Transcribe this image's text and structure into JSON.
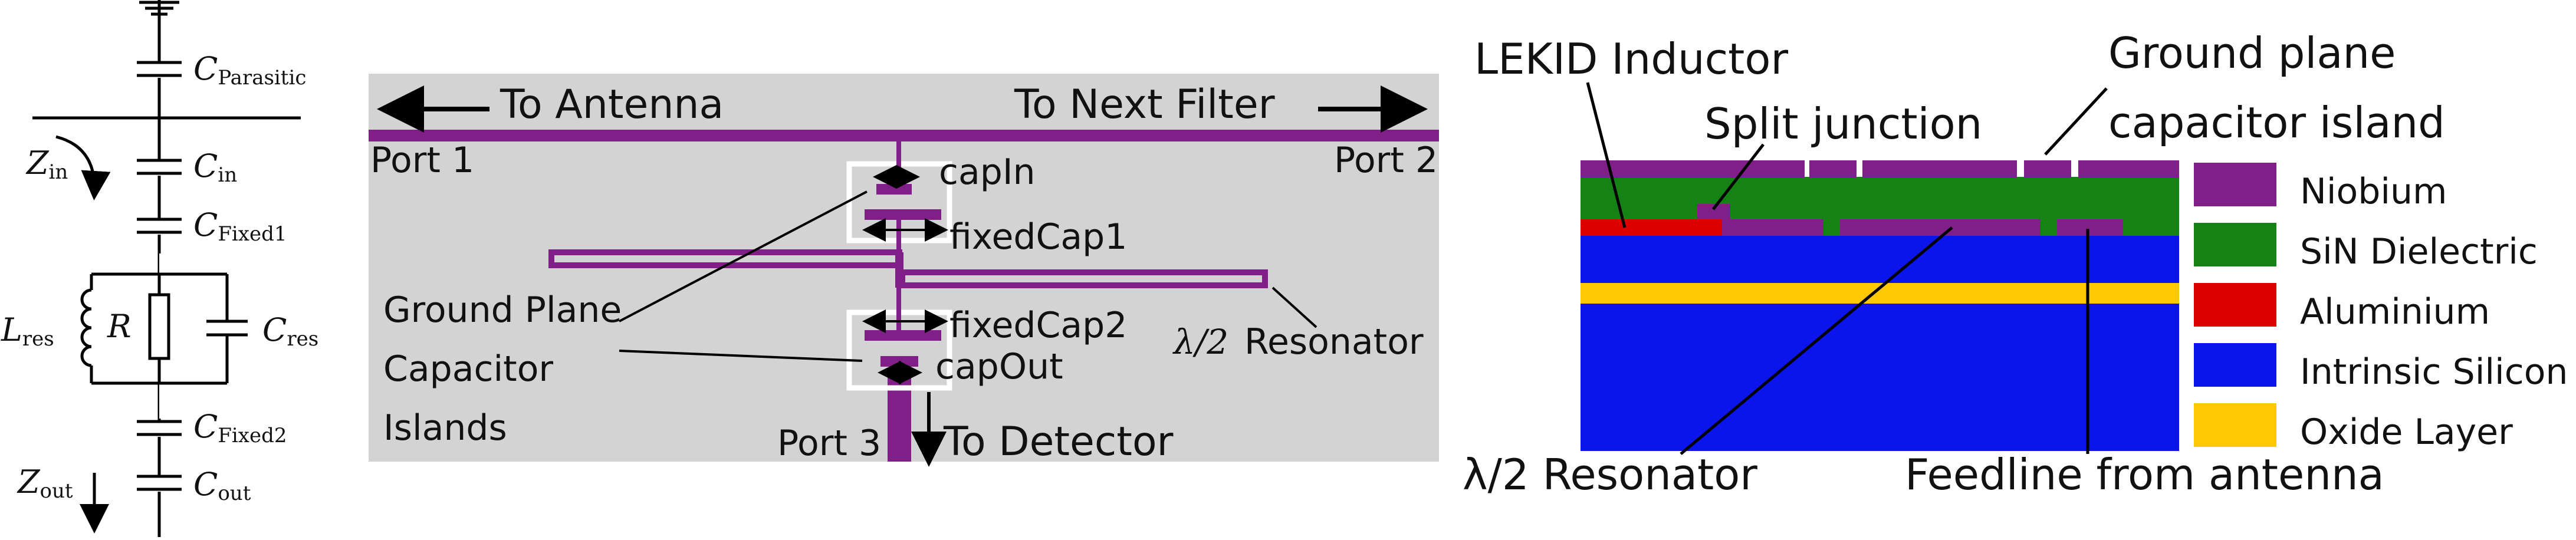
{
  "circuit": {
    "c_parasitic": {
      "sym": "C",
      "sub": "Parasitic"
    },
    "c_in": {
      "sym": "C",
      "sub": "in"
    },
    "c_fixed1": {
      "sym": "C",
      "sub": "Fixed1"
    },
    "l_res": {
      "sym": "L",
      "sub": "res"
    },
    "r": "R",
    "c_res": {
      "sym": "C",
      "sub": "res"
    },
    "c_fixed2": {
      "sym": "C",
      "sub": "Fixed2"
    },
    "c_out": {
      "sym": "C",
      "sub": "out"
    },
    "z_in": {
      "sym": "Z",
      "sub": "in"
    },
    "z_out": {
      "sym": "Z",
      "sub": "out"
    }
  },
  "layout": {
    "to_antenna": "To Antenna",
    "to_next_filter": "To Next Filter",
    "port1": "Port 1",
    "port2": "Port 2",
    "port3": "Port 3",
    "to_detector": "To Detector",
    "cap_in": "capIn",
    "fixed_cap1": "fixedCap1",
    "fixed_cap2": "fixedCap2",
    "cap_out": "capOut",
    "ground_plane_lines": [
      "Ground Plane",
      "Capacitor",
      "Islands"
    ],
    "resonator_lambda": "λ/2",
    "resonator_word": "Resonator"
  },
  "crosssection": {
    "lekid_inductor": "LEKID Inductor",
    "split_junction": "Split junction",
    "ground_plane_capacitor_island": [
      "Ground plane",
      "capacitor island"
    ],
    "half_wave_resonator": "λ/2 Resonator",
    "feedline": "Feedline from antenna",
    "legend": [
      {
        "label": "Niobium",
        "color": "#7F1F87"
      },
      {
        "label": "SiN Dielectric",
        "color": "#148214"
      },
      {
        "label": "Aluminium",
        "color": "#DC0000"
      },
      {
        "label": "Intrinsic Silicon",
        "color": "#0A14EB"
      },
      {
        "label": "Oxide Layer",
        "color": "#FFC800"
      }
    ]
  },
  "colors": {
    "niobium": "#7F1F87",
    "panel_grey": "#D3D3D3"
  }
}
